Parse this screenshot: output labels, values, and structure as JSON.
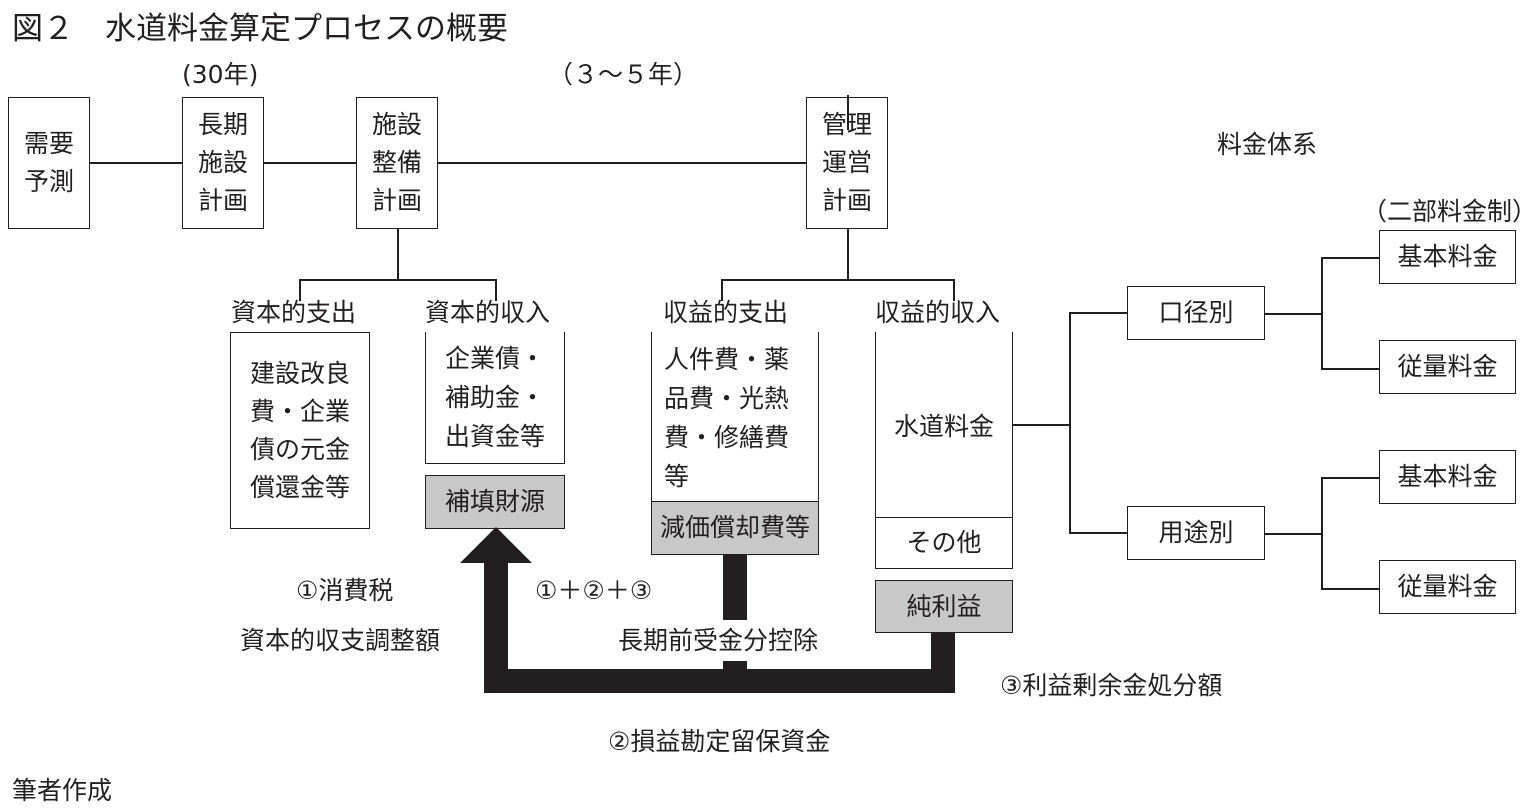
{
  "title": "図２　水道料金算定プロセスの概要",
  "durations": {
    "long_term": "(30年)",
    "mid_term": "（３～５年）"
  },
  "plans": {
    "demand_forecast": [
      "需要",
      "予測"
    ],
    "long_term_facility": [
      "長期",
      "施設",
      "計画"
    ],
    "facility_maintenance": [
      "施設",
      "整備",
      "計画"
    ],
    "management_operation": [
      "管理",
      "運営",
      "計画"
    ]
  },
  "capital": {
    "expenditure_label": "資本的支出",
    "expenditure_items": [
      "建設改良",
      "費・企業",
      "債の元金",
      "償還金等"
    ],
    "income_label": "資本的収入",
    "income_items": [
      "企業債・",
      "補助金・",
      "出資金等"
    ],
    "compensation_source": "補填財源"
  },
  "revenue": {
    "expenditure_label": "収益的支出",
    "expenditure_items": [
      "人件費・薬",
      "品費・光熱",
      "費・修繕費",
      "等"
    ],
    "depreciation": "減価償却費等",
    "income_label": "収益的収入",
    "water_charge": "水道料金",
    "other": "その他",
    "net_profit": "純利益"
  },
  "flow_labels": {
    "consumption_tax": "①消費税",
    "capital_adjustment": "資本的収支調整額",
    "sum": "①＋②＋③",
    "deduction": "長期前受金分控除",
    "retained_funds": "②損益勘定留保資金",
    "surplus_disposal": "③利益剰余金処分額"
  },
  "fee_system": {
    "title": "料金体系",
    "two_part": "（二部料金制）",
    "by_diameter": "口径別",
    "by_use": "用途別",
    "basic_fee": "基本料金",
    "volume_fee": "従量料金"
  },
  "source": "筆者作成",
  "colors": {
    "ink": "#231f20",
    "gray_fill": "#c8c8c8"
  }
}
